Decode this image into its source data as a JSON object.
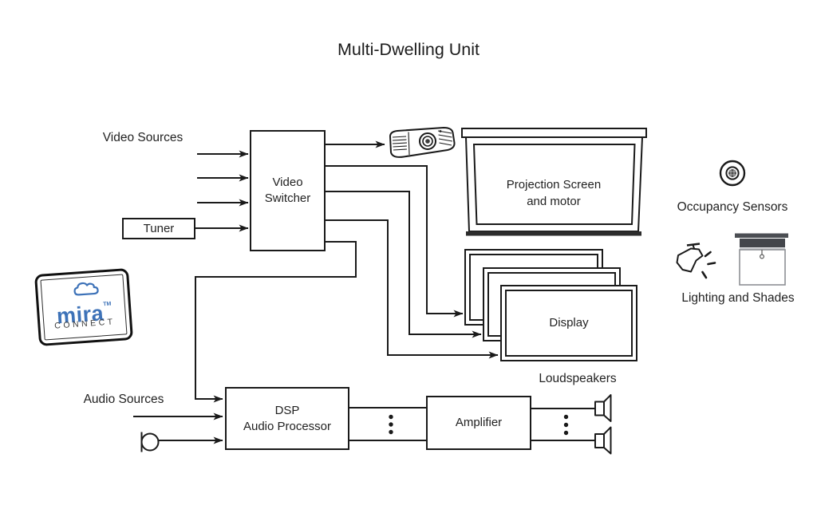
{
  "title": "Multi-Dwelling Unit",
  "labels": {
    "video_sources": "Video Sources",
    "audio_sources": "Audio Sources",
    "loudspeakers": "Loudspeakers",
    "occupancy_sensors": "Occupancy Sensors",
    "lighting_shades": "Lighting and Shades"
  },
  "boxes": {
    "tuner": {
      "label": "Tuner"
    },
    "video_switcher": {
      "lines": [
        "Video",
        "Switcher"
      ]
    },
    "projection_screen": {
      "lines": [
        "Projection Screen",
        "and motor"
      ]
    },
    "display": {
      "label": "Display"
    },
    "dsp": {
      "lines": [
        "DSP",
        "Audio Processor"
      ]
    },
    "amplifier": {
      "label": "Amplifier"
    }
  },
  "logo": {
    "brand": "mira",
    "trademark": "TM",
    "subtitle": "CONNECT",
    "brand_color": "#3d72b8",
    "subtitle_color": "#3c3c3c"
  },
  "icons": {
    "projector": "projector-icon",
    "microphone": "microphone-icon",
    "loudspeaker": "loudspeaker-icon",
    "occupancy_sensor": "occupancy-sensor-icon",
    "light_fixture": "light-fixture-icon",
    "window_shade": "window-shade-icon",
    "cloud": "cloud-icon",
    "tablet": "tablet-icon"
  },
  "colors": {
    "line": "#1a1a1a",
    "background": "#ffffff",
    "shade_dark": "#43464b",
    "shade_header": "#4b4e53"
  }
}
